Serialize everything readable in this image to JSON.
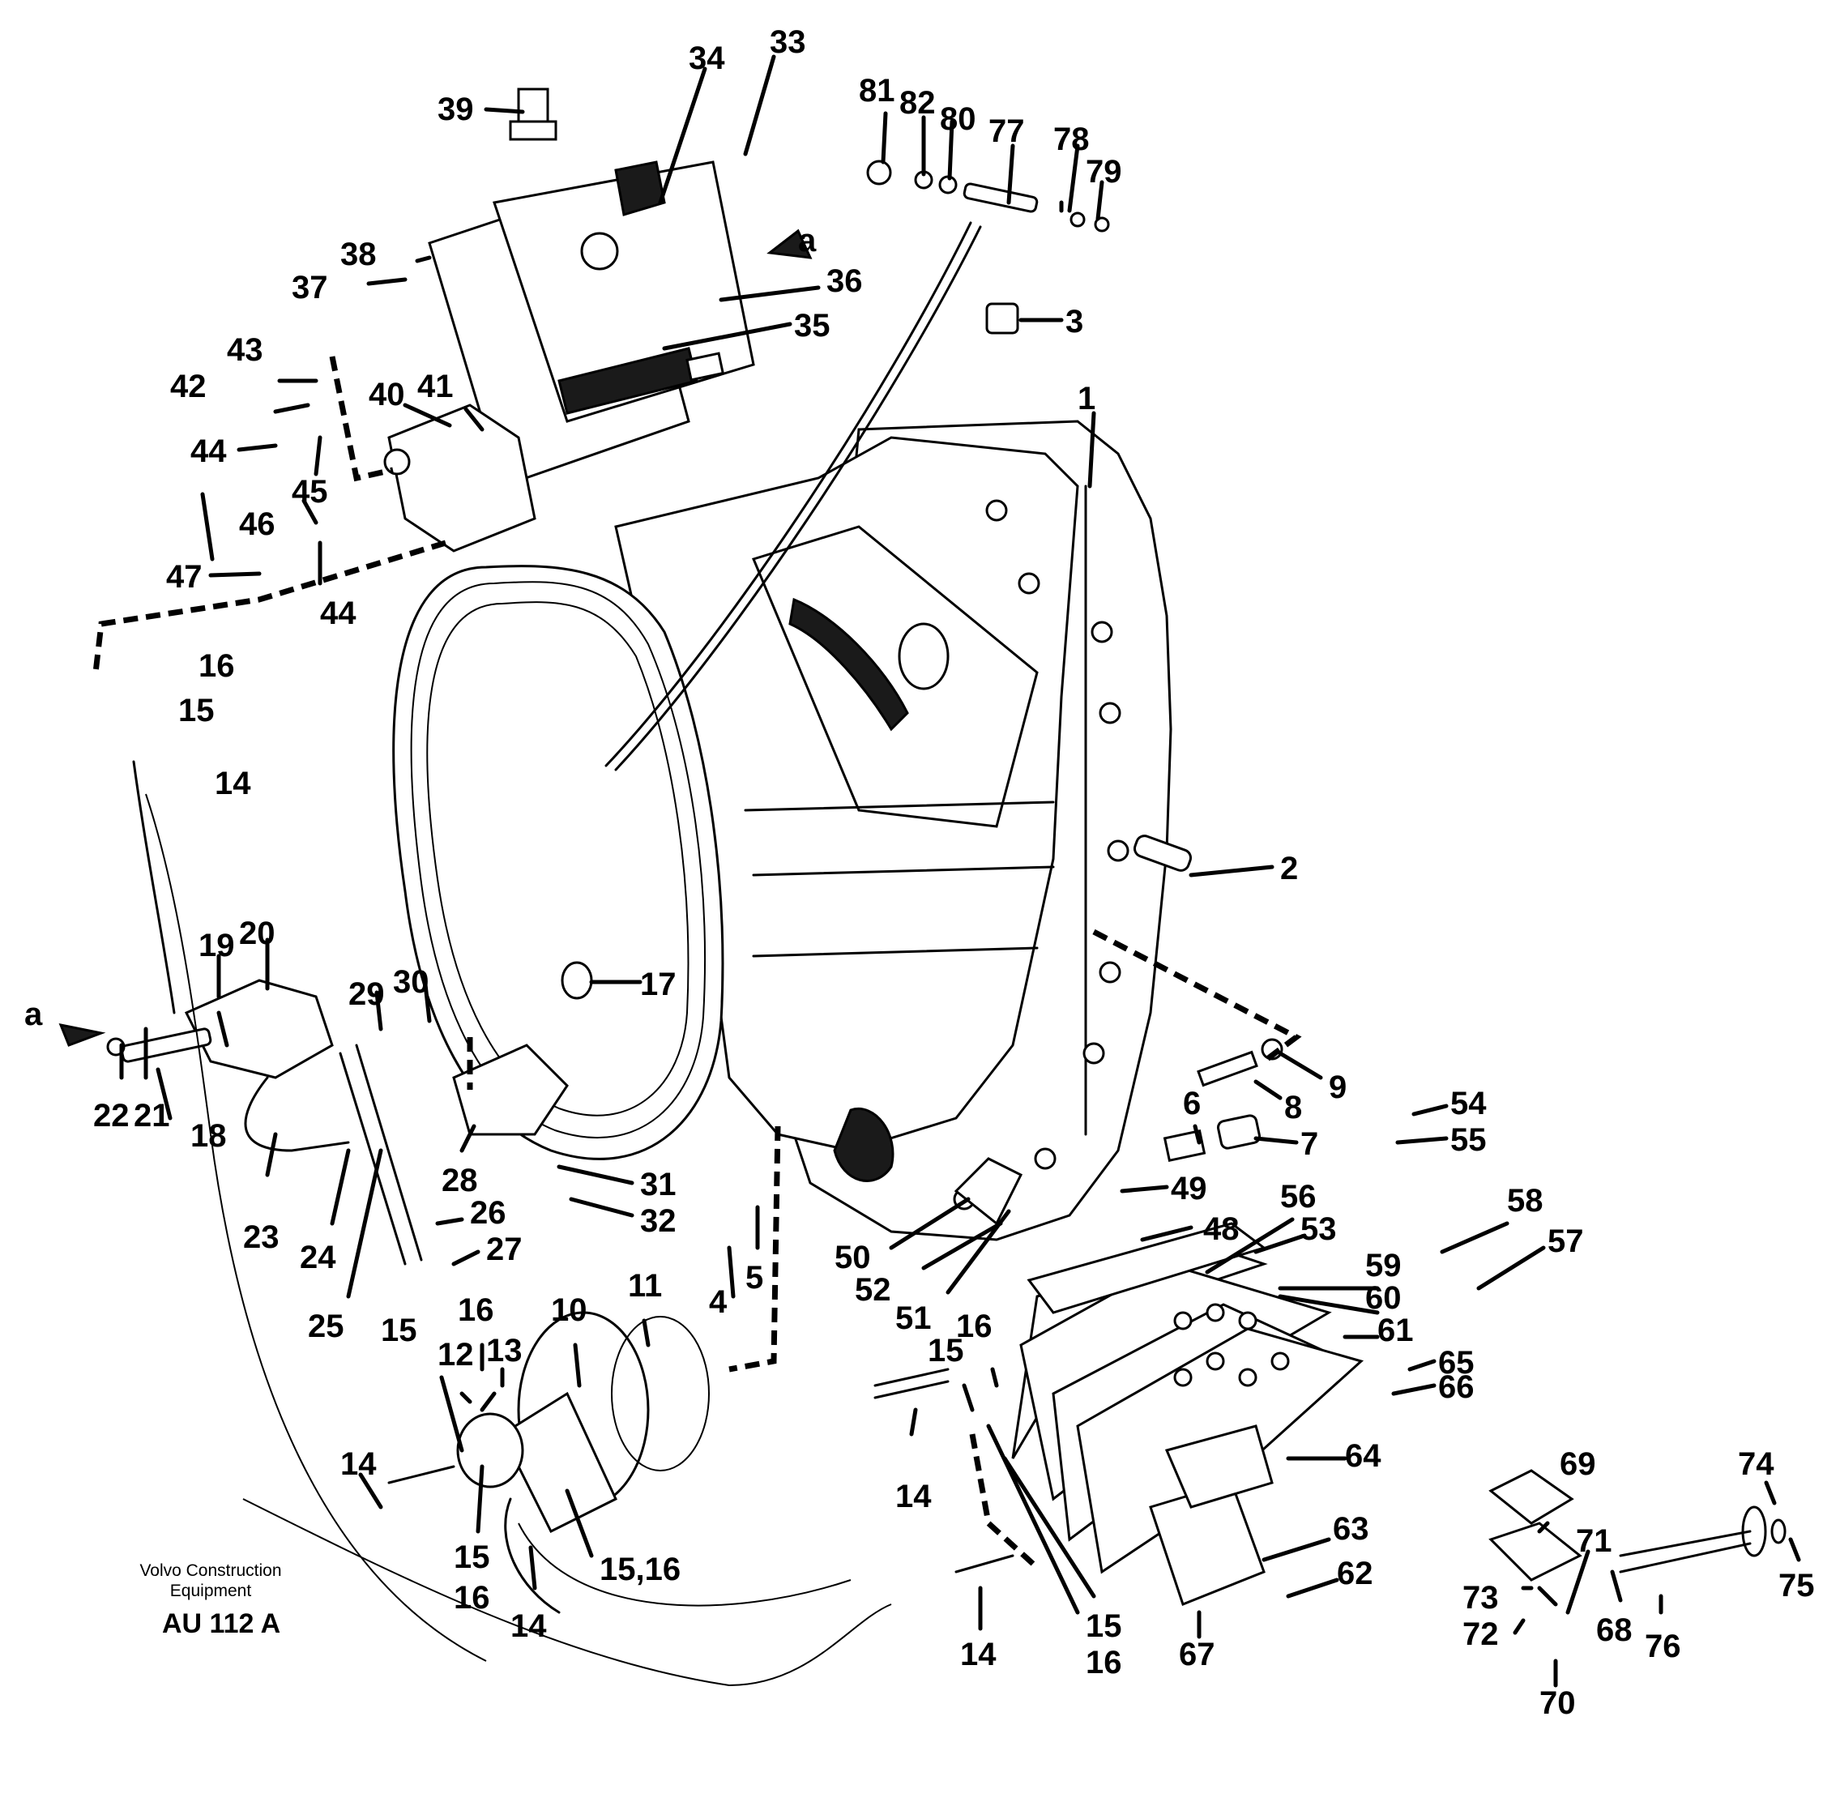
{
  "labels": {
    "l1": "1",
    "l2": "2",
    "l3": "3",
    "l4": "4",
    "l5": "5",
    "l6": "6",
    "l7": "7",
    "l8": "8",
    "l9": "9",
    "l10": "10",
    "l11": "11",
    "l12": "12",
    "l13": "13",
    "l14a": "14",
    "l14b": "14",
    "l14c": "14",
    "l14d": "14",
    "l14e": "14",
    "l15a": "15",
    "l15b": "15",
    "l15c": "15",
    "l15d": "15",
    "l15e": "15",
    "l15_16": "15,16",
    "l16a": "16",
    "l16b": "16",
    "l16c": "16",
    "l16d": "16",
    "l16e": "16",
    "l17": "17",
    "l18": "18",
    "l19": "19",
    "l20": "20",
    "l21": "21",
    "l22": "22",
    "l23": "23",
    "l24": "24",
    "l25": "25",
    "l26": "26",
    "l27": "27",
    "l28": "28",
    "l29": "29",
    "l30": "30",
    "l31": "31",
    "l32": "32",
    "l33": "33",
    "l34": "34",
    "l35": "35",
    "l36": "36",
    "l37": "37",
    "l38": "38",
    "l39": "39",
    "l40": "40",
    "l41": "41",
    "l42": "42",
    "l43": "43",
    "l44a": "44",
    "l44b": "44",
    "l45": "45",
    "l46": "46",
    "l47": "47",
    "l48": "48",
    "l49": "49",
    "l50": "50",
    "l51": "51",
    "l52": "52",
    "l53": "53",
    "l54": "54",
    "l55": "55",
    "l56": "56",
    "l57": "57",
    "l58": "58",
    "l59": "59",
    "l60": "60",
    "l61": "61",
    "l62": "62",
    "l63": "63",
    "l64": "64",
    "l65": "65",
    "l66": "66",
    "l67": "67",
    "l68": "68",
    "l69": "69",
    "l70": "70",
    "l71": "71",
    "l72": "72",
    "l73": "73",
    "l74": "74",
    "l75": "75",
    "l76": "76",
    "l77": "77",
    "l78": "78",
    "l79": "79",
    "l80": "80",
    "l81": "81",
    "l82": "82",
    "viewA1": "a",
    "viewA2": "a"
  },
  "footer": {
    "brand_line1": "Volvo Construction",
    "brand_line2": "Equipment",
    "code": "AU 112 A"
  }
}
